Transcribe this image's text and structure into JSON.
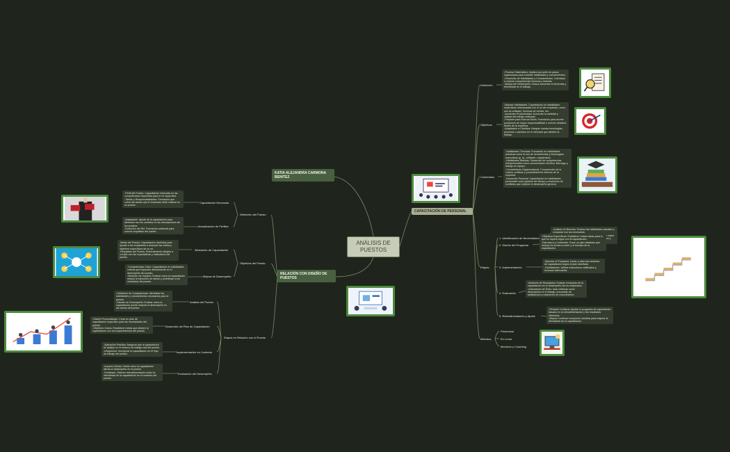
{
  "center": {
    "title": "ANÁLISIS DE PUESTOS"
  },
  "author": "KATIA ALEJANDRA CARMONA BENITEZ",
  "left_branch": {
    "title": "RELACIÓN CON DISEÑO DE PUESTOS",
    "groups": [
      {
        "label": "Definición del Puesto",
        "items": [
          {
            "label": "Capacitación Necesaria",
            "note": "-Perfil del Puesto: Capacitación enfocada en las competencias requeridas para el rol específico.\n-Tareas y Responsabilidades: Formación que cubra las tareas que el empleado debe realizar en su puesto."
          },
          {
            "label": "Actualización de Perfiles",
            "note": "-Adaptación: Ajuste de la capacitación para alinearse con los cambios en las descripciones de los puestos.\n-Evolución del Rol: Formación adicional para nuevos requisitos del puesto."
          }
        ]
      },
      {
        "label": "Objetivos del Puesto",
        "items": [
          {
            "label": "Alineación de Capacitación",
            "note": "-Metas del Puesto: Capacitación diseñada para ayudar a los empleados a alcanzar las metas y objetivos específicos de su rol.\n-Requisitos del Puesto: Entrenamiento dirigido a cumplir con las expectativas y estándares del puesto."
          },
          {
            "label": "Mejora de Desempeño",
            "note": "-Competencias Clave: Capacitación en habilidades críticas que impactan directamente en el desempeño del puesto.\n-Medición de Impacto: Evaluar cómo la capacitación mejora la ejecución de tareas y contribuye a los resultados del puesto."
          }
        ]
      },
      {
        "label": "Etapas en Relación con el Puesto",
        "items": [
          {
            "label": "Análisis del Puesto",
            "note": "-Definición de Competencias: Identificar las habilidades y conocimientos necesarios para el puesto.\n-Estudio de Desempeño: Evaluar cómo la capacitación puede mejorar el desempeño en las tareas del puesto."
          },
          {
            "label": "Desarrollo del Plan de Capacitación",
            "note": "-Diseño Personalizado: Crear un plan de capacitación específico para las necesidades del puesto.\n-Objetivos Claros: Establecer metas que alineen la capacitación con los requerimientos del puesto."
          },
          {
            "label": "Implementación en Contexto",
            "note": "-Aplicación Práctica: Asegurar que la capacitación se aplique en el entorno de trabajo real del puesto.\n-Integración: Incorporar la capacitación en el flujo de trabajo del puesto."
          },
          {
            "label": "Evaluación del Desempeño",
            "note": "-Impacto Directo: Medir cómo la capacitación afecta el desempeño en el puesto.\n-Feedback: Obtener retroalimentación sobre la efectividad de la capacitación en el contexto del puesto."
          }
        ]
      }
    ]
  },
  "right_branch": {
    "title": "CAPACITACIÓN DE PERSONAL",
    "definicion": {
      "label": "Definición",
      "note": "-Proceso Sistemático: Implica una serie de pasos organizados para enseñar habilidades y conocimientos.\n-Desarrollo de Habilidades y Conocimientos: Orientado a mejorar competencias técnicas y blandas.\n-Mejora del Desempeño: Busca aumentar la eficiencia y efectividad en el trabajo."
    },
    "objetivos": {
      "label": "Objetivos",
      "note": "-Mejorar Habilidades: Capacitación en habilidades específicas relacionadas con el rol del empleado, como uso de software, técnicas de ventas, etc.\n-Aumentar Productividad: Aumentar la cantidad y calidad del trabajo realizado.\n-Preparar para Nuevos Roles: Formación para asumir posiciones de mayor responsabilidad o nuevos desafíos dentro de la empresa.\n-Adaptación a Cambios: Integrar nuevas tecnologías, procesos o cambios en el mercado que afecten al trabajo."
    },
    "contenidos": {
      "label": "Contenidos",
      "note": "-Habilidades Técnicas: Formación en habilidades prácticas como el uso de herramientas y tecnologías específicas (p. ej., software, maquinaria).\n-Habilidades Blandas: Desarrollo de competencias interpersonales como comunicación efectiva, liderazgo y trabajo en equipo.\n-Conocimiento Organizacional: Comprensión de la cultura, políticas y procedimientos internos de la empresa.\n-Desarrollo Personal: Capacitación en habilidades personales como gestión del tiempo y resolución de conflictos que mejoren el desempeño general."
    },
    "etapas": {
      "label": "Etapas",
      "items": [
        {
          "label": "1. Identificación de Necesidades",
          "note": "-Análisis de Brechas: Evaluar las habilidades actuales y comparar con las necesarias.\n-Encuestas y Entrevistas: Recolectar información sobre las necesidades de capacitación de los empleados y supervisores."
        },
        {
          "label": "2. Diseño del Programa",
          "note": "-Objetivos Específicos: Establecer metas claras para lo que se espera lograr con la capacitación.\n-Estructura y Contenido: Crear un plan detallado que incluya los temas a cubrir y el formato de la capacitación."
        },
        {
          "label": "3. Implementación",
          "note": "-Ejecutar el Programa: Llevar a cabo las sesiones de capacitación según el plan diseñado.\n-Facilitadores: Utilizar instructores calificados y recursos adecuados."
        },
        {
          "label": "4. Evaluación",
          "note": "-Medición de Resultados: Evaluar el impacto de la capacitación en el desempeño de los empleados.\n-Indicadores de Éxito: Usar métricas como desempeño en el trabajo, encuestas de satisfacción y exámenes de conocimiento."
        },
        {
          "label": "5. Retroalimentación y Ajuste",
          "note": "-Revisión Continua: Ajustar el programa de capacitación basado en la retroalimentación y los resultados obtenidos.\n-Mejora Continua: Incorporar cambios para mejorar la efectividad de la capacitación."
        }
      ]
    },
    "metodos": {
      "label": "Métodos",
      "items": [
        "Presencial",
        "En Línea",
        "Mentoría y Coaching"
      ]
    }
  },
  "colors": {
    "background": "#1f251d",
    "node_main": "#48603f",
    "node_cap": "#a8ac92",
    "line": "#7d8a68",
    "image_border": "#4c8a3e"
  }
}
